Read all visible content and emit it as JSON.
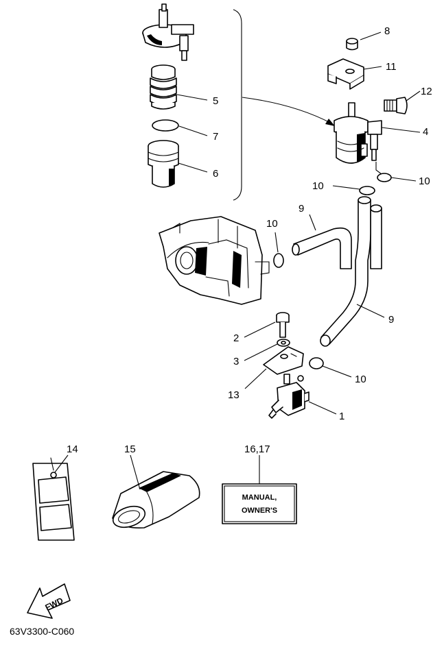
{
  "callouts": {
    "c1": "1",
    "c2": "2",
    "c3": "3",
    "c4": "4",
    "c5": "5",
    "c6": "6",
    "c7": "7",
    "c8": "8",
    "c9a": "9",
    "c9b": "9",
    "c10a": "10",
    "c10b": "10",
    "c10c": "10",
    "c10d": "10",
    "c11": "11",
    "c12": "12",
    "c13": "13",
    "c14": "14",
    "c15": "15",
    "c16_17": "16,17"
  },
  "manual_plate": {
    "line1": "MANUAL,",
    "line2": "OWNER'S"
  },
  "fwd_label": "FWD",
  "drawing_code": "63V3300-C060"
}
